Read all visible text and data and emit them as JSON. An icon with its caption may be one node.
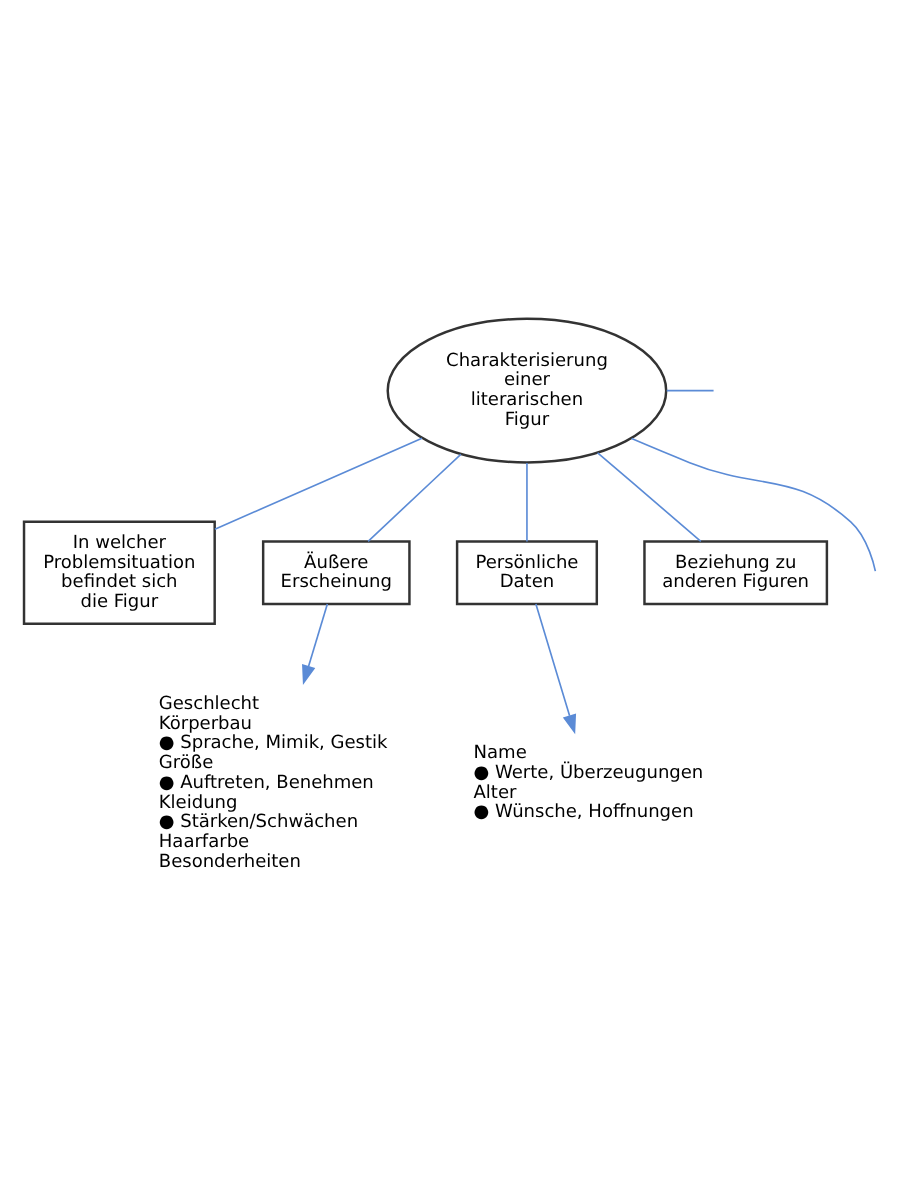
{
  "diagram": {
    "nodes": [
      {
        "text": [
          "Charakterisierung einer literarischen Figur"
        ]
      },
      {
        "text": [
          "In welcher Problemsituation befindet sich die Figur"
        ]
      },
      {
        "text": [
          "Äußere Erscheinung"
        ]
      },
      {
        "text": [
          "Geschlecht",
          "Körperbau",
          "● Sprache, Mimik, Gestik",
          "Größe",
          "● Auftreten, Benehmen",
          "Kleidung",
          "● Stärken/Schwächen",
          "Haarfarbe",
          "Besonderheiten"
        ]
      },
      {
        "text": [
          "Persönliche Daten"
        ]
      },
      {
        "text": [
          "Name",
          "● Werte, Überzeugungen",
          "Alter",
          "● Wünsche, Hoffnungen"
        ]
      },
      {
        "text": [
          "Beziehung zu anderen Figuren"
        ]
      }
    ],
    "edges": [
      {
        "from": 0,
        "to": 1,
        "arrow": "none"
      },
      {
        "from": 0,
        "to": 2,
        "arrow": "none"
      },
      {
        "from": 0,
        "to": null,
        "arrow": "none"
      },
      {
        "from": 2,
        "to": 3,
        "arrow": "to"
      },
      {
        "from": 0,
        "to": 4,
        "arrow": "none"
      },
      {
        "from": 0,
        "to": 6,
        "arrow": "none"
      },
      {
        "from": 0,
        "to": null,
        "arrow": "none"
      },
      {
        "from": 4,
        "to": 5,
        "arrow": "to"
      }
    ]
  }
}
